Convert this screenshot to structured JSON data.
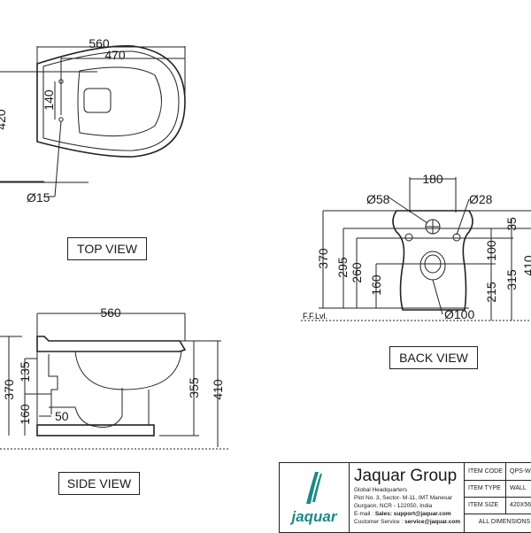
{
  "top_view": {
    "title": "TOP VIEW",
    "dims": {
      "length": "560",
      "inner_length": "470",
      "width_cut": "420",
      "hole_spacing": "140",
      "hole_dia": "Ø15"
    }
  },
  "side_view": {
    "title": "SIDE VIEW",
    "dims": {
      "length": "560",
      "height_total": "370",
      "upper": "135",
      "lower": "160",
      "offset": "50",
      "rim_height": "355",
      "overall_height": "410"
    }
  },
  "back_view": {
    "title": "BACK VIEW",
    "floor_label": "F.F.Lvl.",
    "dims": {
      "width": "180",
      "inlet_dia": "Ø58",
      "bolt_dia": "Ø28",
      "outlet_dia": "Ø100",
      "h370": "370",
      "h295": "295",
      "h260": "260",
      "h160": "160",
      "h100": "100",
      "h215": "215",
      "h35": "35",
      "h315": "315",
      "h410_cut": "410"
    }
  },
  "title_block": {
    "logo_text": "jaquar",
    "company": "Jaquar Group",
    "hq": "Global Headquarters",
    "address1": "Plot No. 3, Sector- M-11, IMT Manesar",
    "address2": "Gurgaon, NCR - 122050, India",
    "email_label": "E-mail : ",
    "email": "Sales: support@jaquar.com",
    "service_label": "Customer Service : ",
    "service": "service@jaquar.com",
    "rows": [
      {
        "key": "ITEM CODE",
        "value": "QPS-W"
      },
      {
        "key": "ITEM TYPE",
        "value": "WALL"
      },
      {
        "key": "ITEM SIZE",
        "value": "420X56"
      }
    ],
    "note": "ALL DIMENSIONS"
  }
}
